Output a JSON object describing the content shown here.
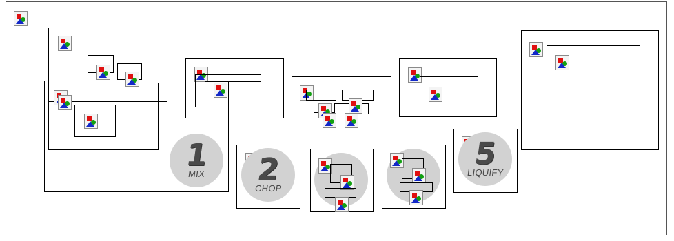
{
  "steps": [
    {
      "num": "1",
      "label": "MIX"
    },
    {
      "num": "2",
      "label": "CHOP"
    },
    {
      "num": "5",
      "label": "LIQUIFY"
    }
  ],
  "icons": {
    "placeholder": "broken-image-icon"
  },
  "colors": {
    "circle": "#d2d2d2",
    "step_text": "#4a4a4a",
    "border": "#000000"
  }
}
